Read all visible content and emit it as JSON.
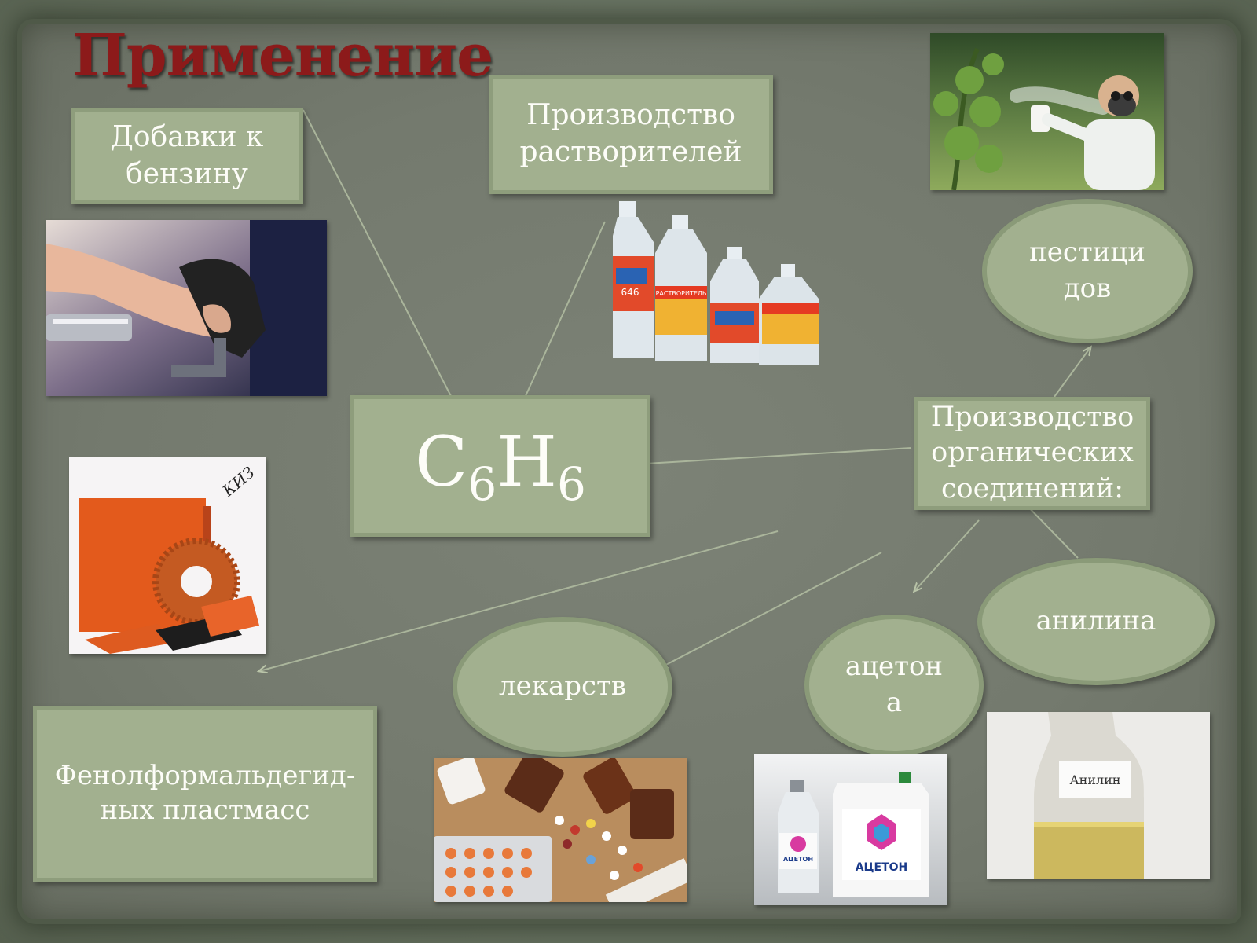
{
  "title": "Применение",
  "center": {
    "formula_main": "C",
    "sub1": "6",
    "mid": "H",
    "sub2": "6"
  },
  "boxes": {
    "gasoline": "Добавки к бензину",
    "solvents": "Производство растворителей",
    "organic": "Производство органических соединений:",
    "phenol": "Фенолформальдегид-ных пластмасс"
  },
  "ovals": {
    "pesticides_line1": "пестици",
    "pesticides_line2": "дов",
    "aniline": "анилина",
    "acetone_line1": "ацетон",
    "acetone_line2": "а",
    "medicines": "лекарств"
  },
  "images": {
    "solvent_label_1": "646",
    "solvent_label_2": "РАСТВОРИТЕЛЬ",
    "acetone_label": "АЦЕТОН",
    "aniline_label": "Анилин",
    "plastic_logo": "КИЗ"
  },
  "colors": {
    "title": "#8c1a1a",
    "box_fill": "#a2b08f",
    "background": "#747a6e"
  }
}
